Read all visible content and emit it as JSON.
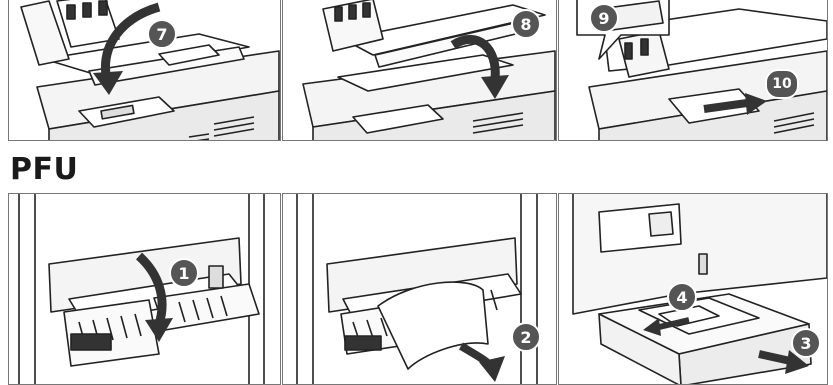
{
  "section_title": "PFU",
  "colors": {
    "badge": "#555555",
    "badge_text": "#ffffff",
    "stroke": "#222222",
    "panel_border": "#777777"
  },
  "icons": {
    "step_badge": "numbered-circle-icon",
    "direction_arrow": "curved-arrow-icon"
  },
  "top_panels": [
    {
      "step": "7"
    },
    {
      "step": "8"
    },
    {
      "steps": [
        "9",
        "10"
      ]
    }
  ],
  "bottom_panels": [
    {
      "step": "1"
    },
    {
      "step": "2"
    },
    {
      "steps": [
        "4",
        "3"
      ]
    }
  ]
}
